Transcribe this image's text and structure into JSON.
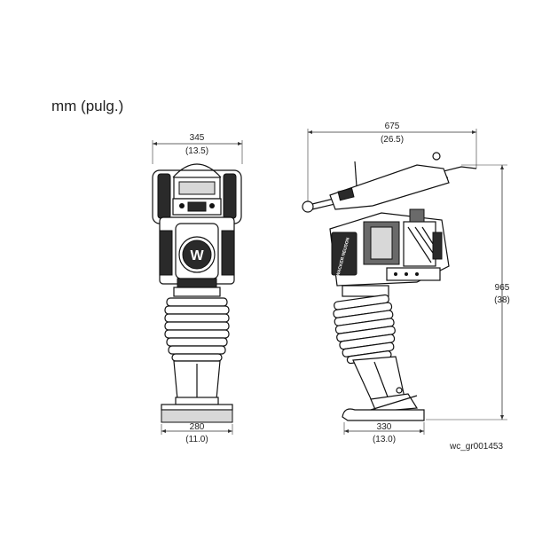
{
  "units_label": "mm (pulg.)",
  "front_view": {
    "width_top_mm": "345",
    "width_top_in": "(13.5)",
    "width_base_mm": "280",
    "width_base_in": "(11.0)",
    "logo_letter": "W"
  },
  "side_view": {
    "length_mm": "675",
    "length_in": "(26.5)",
    "height_mm": "965",
    "height_in": "(38)",
    "foot_mm": "330",
    "foot_in": "(13.0)",
    "brand_text": "WACKER NEUSON"
  },
  "reference_code": "wc_gr001453"
}
